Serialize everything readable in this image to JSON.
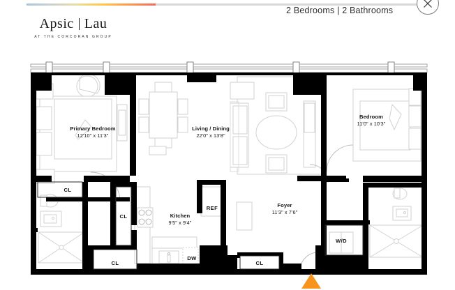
{
  "header": {
    "title": "2 Bedrooms | 2 Bathrooms",
    "close_icon": "close-x-circle-icon"
  },
  "progress": {
    "value_pct": 32,
    "track_color": "#d8d8d8",
    "gradient": [
      "#a8c4de",
      "#e9dca5",
      "#ffc846",
      "#ff9a4d",
      "#f4695e"
    ]
  },
  "logo": {
    "name_left": "Apsic",
    "divider": "|",
    "name_right": "Lau",
    "tagline": "AT THE CORCORAN GROUP"
  },
  "floorplan": {
    "rooms": [
      {
        "name": "Primary Bedroom",
        "dimensions": "12'10\" x 11'3\""
      },
      {
        "name": "Living / Dining",
        "dimensions": "22'0\" x 13'8\""
      },
      {
        "name": "Bedroom",
        "dimensions": "11'0\" x 10'3\""
      },
      {
        "name": "Kitchen",
        "dimensions": "9'5\" x 9'4\""
      },
      {
        "name": "Foyer",
        "dimensions": "11'3\" x 7'6\""
      }
    ],
    "tags": [
      {
        "label": "CL"
      },
      {
        "label": "CL"
      },
      {
        "label": "CL"
      },
      {
        "label": "CL"
      },
      {
        "label": "REF"
      },
      {
        "label": "DW"
      },
      {
        "label": "W/D"
      }
    ],
    "compass": {
      "icon": "north-arrow-icon",
      "color": "#f7941e"
    },
    "wall_color": "#000000",
    "furniture_color": "#d5d5d5"
  }
}
